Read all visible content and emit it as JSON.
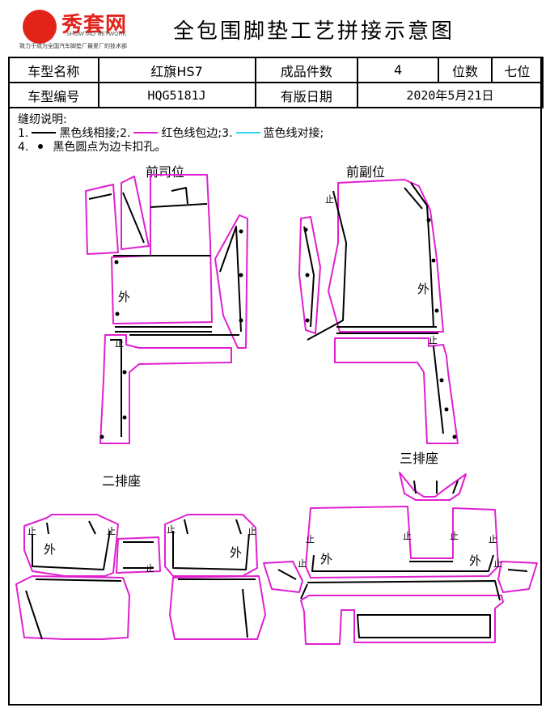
{
  "brand": {
    "name": "秀套网",
    "sub": "SHOWTAO NETWORK",
    "slogan": "致力于成为全国汽车脚垫厂最爱厂的技术部"
  },
  "title": "全包围脚垫工艺拼接示意图",
  "info": {
    "row1": {
      "label1": "车型名称",
      "value1": "红旗HS7",
      "label2": "成品件数",
      "value2": "4",
      "label3": "位数",
      "value3": "七位"
    },
    "row2": {
      "label1": "车型编号",
      "value1": "HQG5181J",
      "label2": "有版日期",
      "value2": "2020年5月21日"
    }
  },
  "notes": {
    "heading": "缝纫说明:",
    "n1": "1.",
    "n1_text": "黑色线相接;",
    "n2": "2.",
    "n2_text": "红色线包边;",
    "n3": "3.",
    "n3_text": "蓝色线对接;",
    "n4": "4.",
    "n4_text": "黑色圆点为边卡扣孔。"
  },
  "colors": {
    "black_line": "#000000",
    "red_line": "#e020d0",
    "blue_line": "#33d6e8",
    "brand": "#e2231a"
  },
  "sections": {
    "driver": "前司位",
    "passenger": "前副位",
    "second_row": "二排座",
    "third_row": "三排座"
  },
  "marks": {
    "outer": "外",
    "up": "止"
  }
}
